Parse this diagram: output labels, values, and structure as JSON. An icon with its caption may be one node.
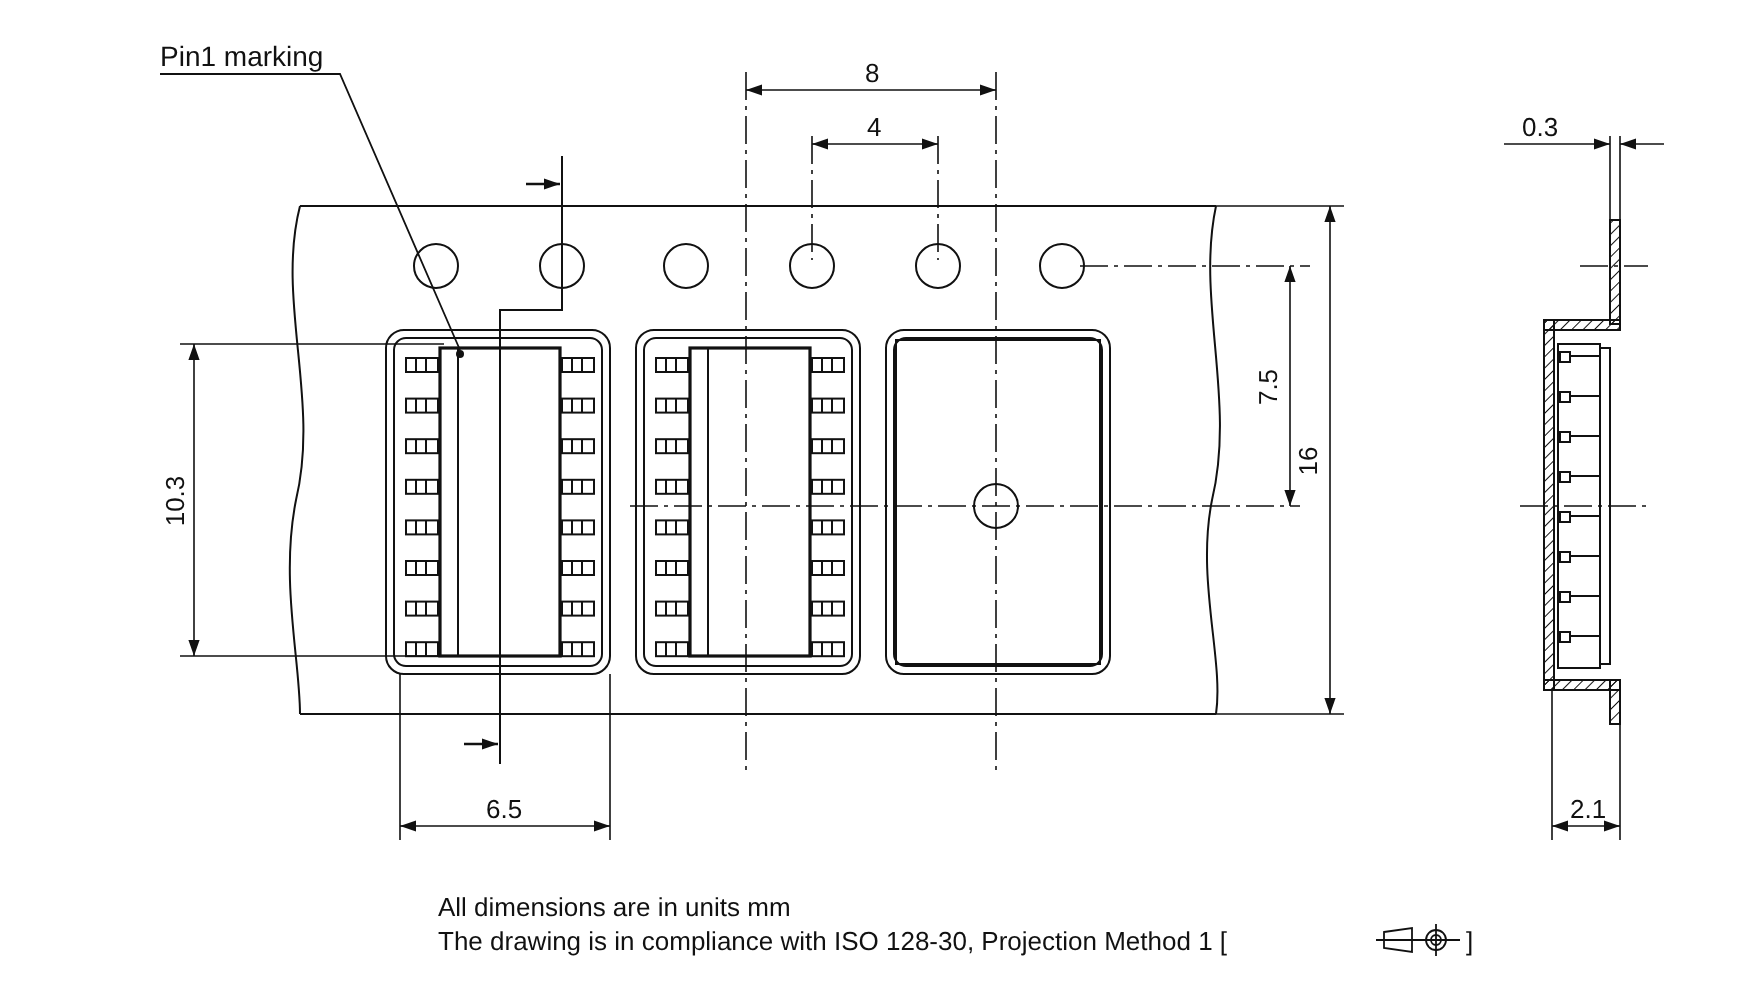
{
  "diagram": {
    "nodes": [
      {
        "text": [
          "Pin1 marking"
        ]
      },
      {
        "text": [],
        "shape": "circle"
      }
    ],
    "edges": [
      {
        "from": 0,
        "to": 1,
        "arrow": "none"
      }
    ],
    "labels": [
      "8",
      "4",
      "0.3",
      "7.5",
      "16",
      "10.3",
      "6.5",
      "2.1",
      "All dimensions are in units mm",
      "The drawing is in compliance with ISO 128-30, Projection Method 1 [",
      "]"
    ]
  }
}
